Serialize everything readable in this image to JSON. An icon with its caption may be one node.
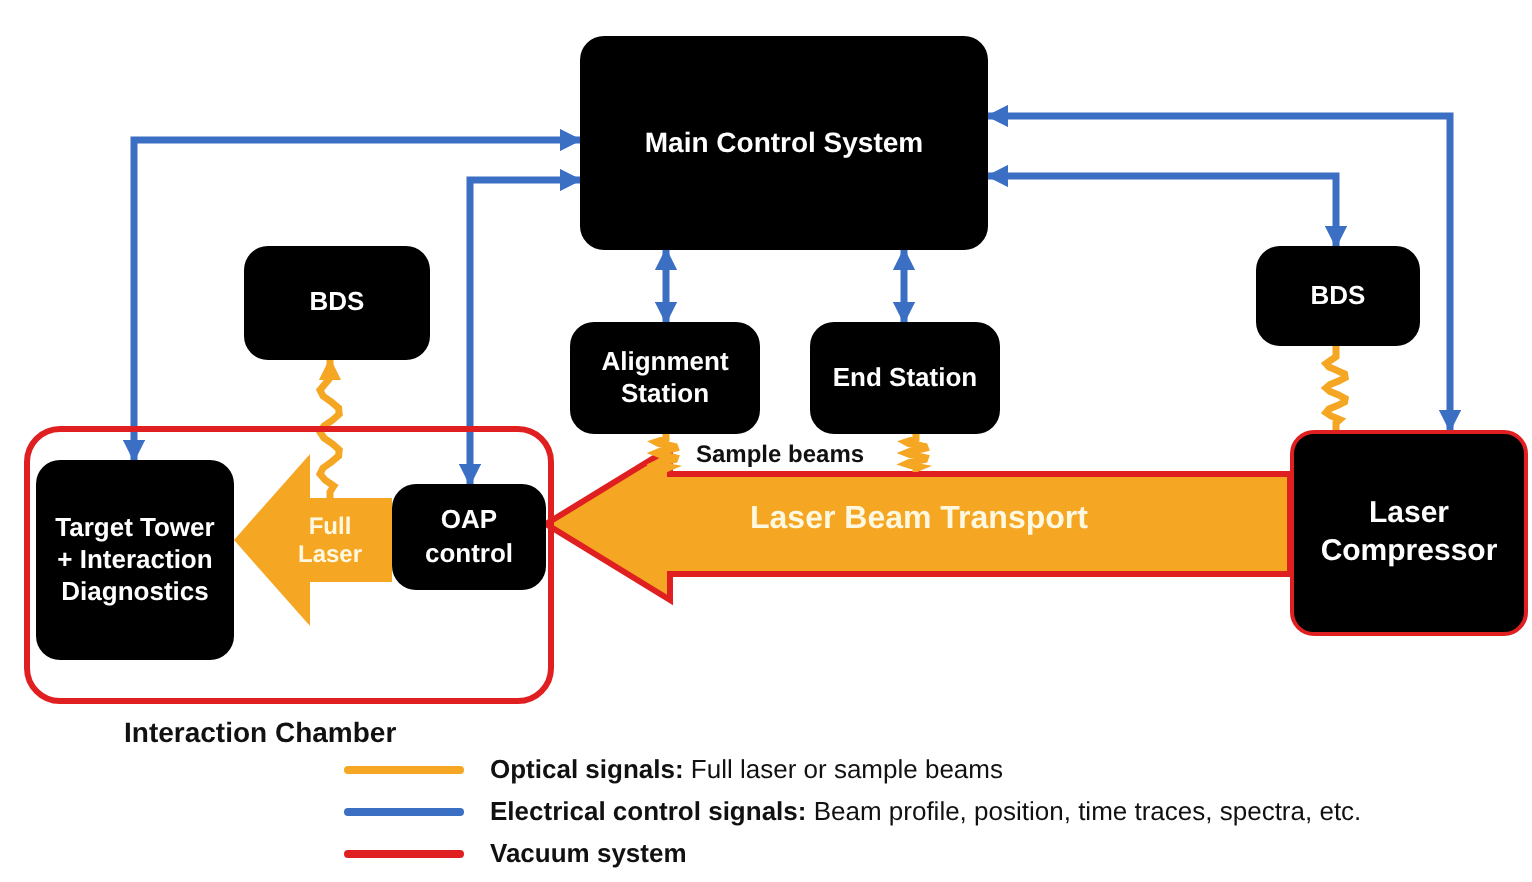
{
  "diagram": {
    "nodes": [
      {
        "text": [
          "Main Control System"
        ]
      },
      {
        "text": [
          "BDS"
        ]
      },
      {
        "text": [
          "Alignment Station"
        ]
      },
      {
        "text": [
          "End Station"
        ]
      },
      {
        "text": [
          "BDS"
        ]
      },
      {
        "text": [
          "Interaction Chamber"
        ]
      },
      {
        "text": [
          "Target Tower + Interaction Diagnostics"
        ],
        "in": 5
      },
      {
        "text": [
          "OAP control"
        ],
        "in": 5
      },
      {
        "text": [
          "Laser Compressor"
        ]
      }
    ],
    "edges": [
      {
        "from": 6,
        "to": 0,
        "arrow": "both"
      },
      {
        "from": 7,
        "to": 0,
        "arrow": "both"
      },
      {
        "from": 0,
        "to": 2,
        "arrow": "both"
      },
      {
        "from": 0,
        "to": 3,
        "arrow": "both"
      },
      {
        "from": 0,
        "to": 4,
        "arrow": "both"
      },
      {
        "from": 0,
        "to": 8,
        "arrow": "both"
      },
      {
        "from": 8,
        "to": 7,
        "arrow": "to",
        "label": "Laser Beam Transport",
        "style": "thick",
        "color": "#f5a623"
      },
      {
        "from": 7,
        "to": 6,
        "arrow": "to",
        "label": "Full Laser",
        "style": "thick",
        "color": "#f5a623"
      },
      {
        "from": null,
        "to": 1,
        "arrow": "to",
        "color": "#f5a623"
      },
      {
        "from": null,
        "to": 2,
        "arrow": "none",
        "color": "#f5a623"
      },
      {
        "from": null,
        "to": 3,
        "arrow": "none",
        "color": "#f5a623"
      },
      {
        "from": 8,
        "to": 4,
        "arrow": "none",
        "color": "#f5a623"
      }
    ],
    "labels": [
      "Sample beams"
    ],
    "legend": [
      {
        "text": "**Optical signals:** Full laser or sample beams",
        "color": "#f5a623"
      },
      {
        "text": "**Electrical control signals:** Beam profile, position, time traces, spectra, etc.",
        "color": "#3a6fc4"
      },
      {
        "text": "**Vacuum system**",
        "color": "#e02020"
      }
    ]
  }
}
